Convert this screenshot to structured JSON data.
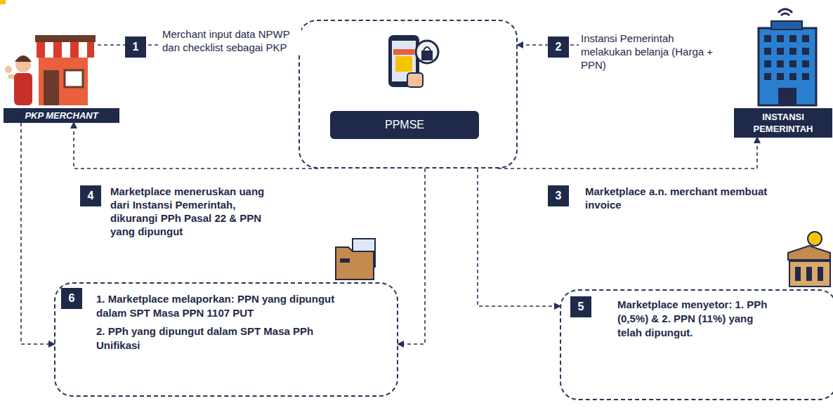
{
  "diagram": {
    "nodes": [
      {
        "text": [
          "PKP MERCHANT"
        ]
      },
      {
        "text": [
          "PPMSE"
        ]
      },
      {
        "text": [
          "INSTANSI PEMERINTAH"
        ]
      },
      {
        "text": [
          "1. Marketplace melaporkan: PPN yang dipungut dalam SPT Masa PPN 1107 PUT",
          "2. PPh yang dipungut dalam SPT Masa PPh Unifikasi"
        ]
      },
      {
        "text": [
          "Marketplace menyetor: 1. PPh (0,5%) & 2. PPN (11%) yang telah dipungut."
        ]
      }
    ],
    "edges": [
      {
        "from": 0,
        "to": 1,
        "arrow": "to",
        "label": "Merchant input data NPWP dan checklist sebagai PKP"
      },
      {
        "from": 2,
        "to": 1,
        "arrow": "to",
        "label": "Instansi Pemerintah melakukan belanja (Harga + PPN)"
      },
      {
        "from": 1,
        "to": 2,
        "arrow": "to",
        "label": "Marketplace a.n. merchant membuat invoice"
      },
      {
        "from": 1,
        "to": 0,
        "arrow": "to",
        "label": "Marketplace meneruskan uang dari Instansi Pemerintah, dikurangi PPh Pasal 22 & PPN yang dipungut"
      },
      {
        "from": 1,
        "to": 4,
        "arrow": "to"
      },
      {
        "from": 1,
        "to": 3,
        "arrow": "to"
      },
      {
        "from": 0,
        "to": 3,
        "arrow": "to"
      }
    ],
    "labels": [
      "1",
      "2",
      "3",
      "4",
      "5",
      "6"
    ]
  }
}
